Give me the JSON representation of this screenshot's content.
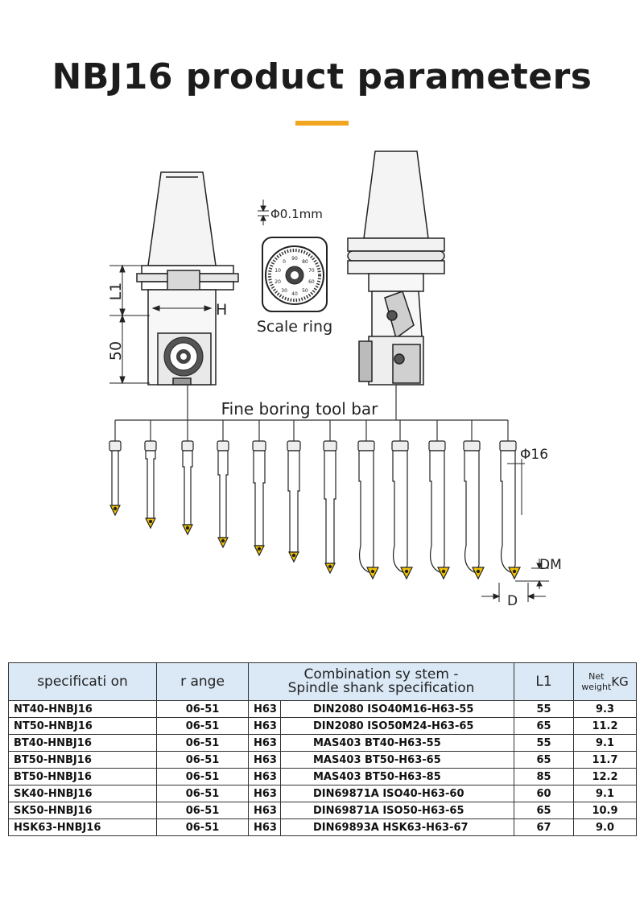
{
  "page": {
    "title": "NBJ16 product parameters",
    "accent_color": "#f2a51e",
    "header_fill": "#dbe9f7"
  },
  "diagram": {
    "dim_l1": "L1",
    "dim_h": "H",
    "dim_50": "50",
    "scale_accuracy": "Φ0.1mm",
    "scale_ring_label": "Scale ring",
    "tool_bar_label": "Fine boring tool bar",
    "dim_phi16": "Φ16",
    "dim_dm": "DM",
    "dim_d": "D",
    "dial_numbers": [
      "90",
      "80",
      "70",
      "60",
      "50",
      "40",
      "30",
      "20",
      "10",
      "0"
    ]
  },
  "table": {
    "headers": {
      "specification": "specificati on",
      "range": "r ange",
      "combo_line1": "Combination sy stem -",
      "combo_line2": "Spindle shank specification",
      "l1": "L1",
      "net": "Net",
      "weight": "weight",
      "kg": "KG"
    },
    "rows": [
      {
        "spec": "NT40-HNBJ16",
        "range": "06-51",
        "grade": "H63",
        "shank": "DIN2080 ISO40M16-H63-55",
        "l1": "55",
        "kg": "9.3"
      },
      {
        "spec": "NT50-HNBJ16",
        "range": "06-51",
        "grade": "H63",
        "shank": "DIN2080 ISO50M24-H63-65",
        "l1": "65",
        "kg": "11.2"
      },
      {
        "spec": "BT40-HNBJ16",
        "range": "06-51",
        "grade": "H63",
        "shank": "MAS403 BT40-H63-55",
        "l1": "55",
        "kg": "9.1"
      },
      {
        "spec": "BT50-HNBJ16",
        "range": "06-51",
        "grade": "H63",
        "shank": "MAS403 BT50-H63-65",
        "l1": "65",
        "kg": "11.7"
      },
      {
        "spec": "BT50-HNBJ16",
        "range": "06-51",
        "grade": "H63",
        "shank": "MAS403 BT50-H63-85",
        "l1": "85",
        "kg": "12.2"
      },
      {
        "spec": "SK40-HNBJ16",
        "range": "06-51",
        "grade": "H63",
        "shank": "DIN69871A ISO40-H63-60",
        "l1": "60",
        "kg": "9.1"
      },
      {
        "spec": "SK50-HNBJ16",
        "range": "06-51",
        "grade": "H63",
        "shank": "DIN69871A ISO50-H63-65",
        "l1": "65",
        "kg": "10.9"
      },
      {
        "spec": "HSK63-HNBJ16",
        "range": "06-51",
        "grade": "H63",
        "shank": "DIN69893A HSK63-H63-67",
        "l1": "67",
        "kg": "9.0"
      }
    ]
  }
}
